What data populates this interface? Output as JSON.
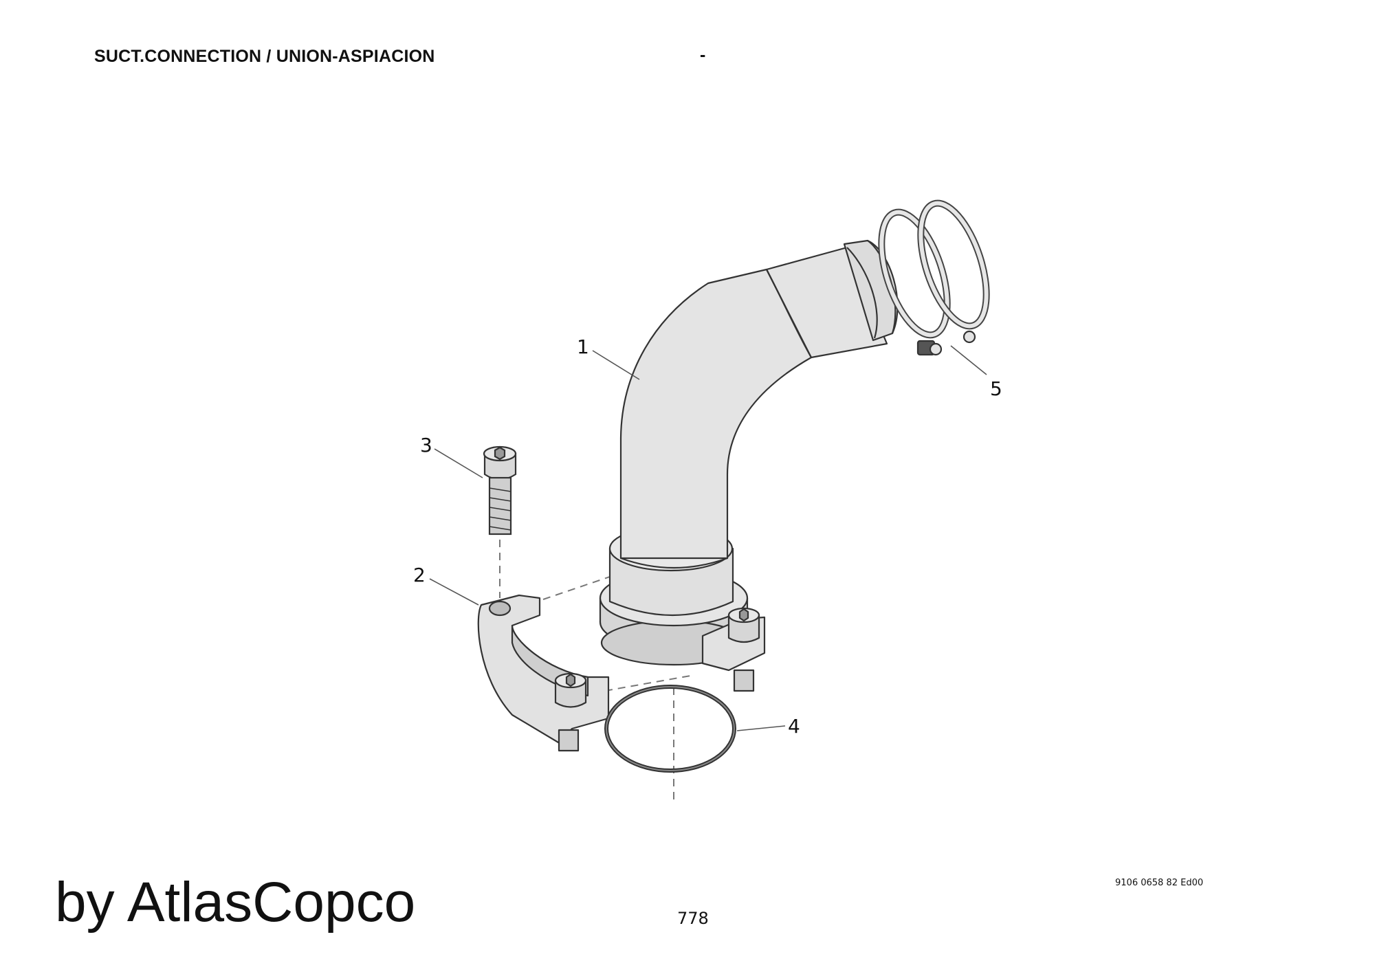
{
  "header": {
    "title": "SUCT.CONNECTION / UNION-ASPIACION",
    "separator": "-"
  },
  "diagram": {
    "callouts": [
      {
        "id": "1",
        "label": "1"
      },
      {
        "id": "2",
        "label": "2"
      },
      {
        "id": "3",
        "label": "3"
      },
      {
        "id": "4",
        "label": "4"
      },
      {
        "id": "5",
        "label": "5"
      }
    ],
    "colors": {
      "part_fill": "#e3e3e3",
      "part_fill_dark": "#c9c9c9",
      "outline": "#333333",
      "leader": "#555555"
    }
  },
  "footer": {
    "brand": "by AtlasCopco",
    "page_number": "778",
    "document_code": "9106 0658 82 Ed00"
  }
}
